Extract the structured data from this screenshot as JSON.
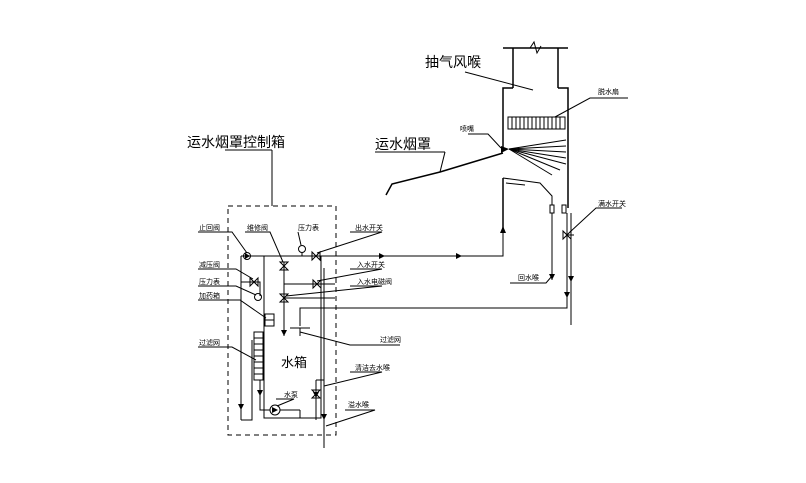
{
  "labels": {
    "exhaust_duct": "抽气风喉",
    "control_box": "运水烟罩控制箱",
    "water_hood": "运水烟罩",
    "water_tank": "水箱",
    "dewater_plate": "脱水扇",
    "nozzle": "喷嘴",
    "float_switch": "满水开关",
    "return_pipe": "回水喉",
    "check_valve": "止回阀",
    "maintenance_valve": "维修阀",
    "pressure_gauge_top": "压力表",
    "outlet_switch": "出水开关",
    "pressure_reducer": "减压阀",
    "inlet_switch": "入水开关",
    "pressure_gauge_left": "压力表",
    "inlet_solenoid": "入水电磁阀",
    "dosing_box": "加药箱",
    "filter_left": "过滤网",
    "filter_right": "过滤网",
    "water_pump": "水泵",
    "drain_pipe_clean": "清洁去水喉",
    "overflow_pipe": "溢水喉"
  }
}
